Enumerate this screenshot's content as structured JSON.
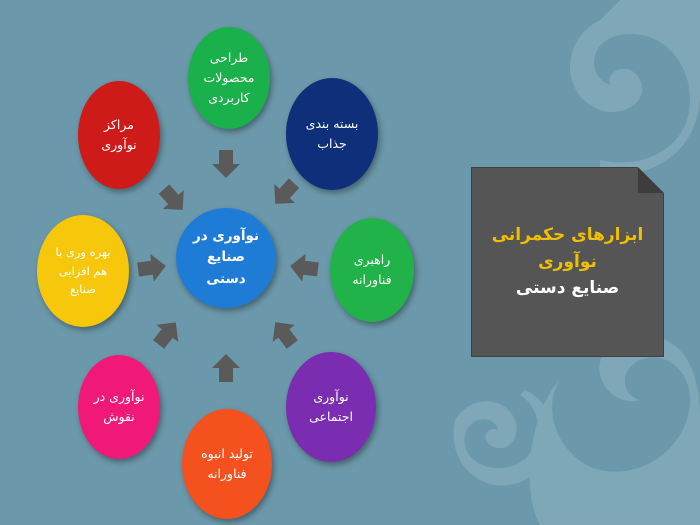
{
  "center": {
    "label": "نوآوری در\nصنایع دستی",
    "color": "#1f7cd6"
  },
  "nodes": [
    {
      "id": "top",
      "label": "طراحی\nمحصولات\nکاربردی",
      "color": "#1ab04b"
    },
    {
      "id": "top-right",
      "label": "بسته بندی\nجذاب",
      "color": "#0f2f7a"
    },
    {
      "id": "right",
      "label": "راهبری\nفناورانه",
      "color": "#21b24a"
    },
    {
      "id": "bottom-right",
      "label": "نوآوری\nاجتماعی",
      "color": "#7b2db1"
    },
    {
      "id": "bottom",
      "label": "تولید انبوه\nفناورانه",
      "color": "#f4511e"
    },
    {
      "id": "bottom-left",
      "label": "نوآوری در\nنقوش",
      "color": "#f0197a"
    },
    {
      "id": "left",
      "label": "بهره وری با\nهم افزایی\nصنایع",
      "color": "#f6c70a"
    },
    {
      "id": "top-left",
      "label": "مراکز\nنوآوری",
      "color": "#cf1a1a"
    }
  ],
  "title": {
    "line1": "ابزارهای حکمرانی",
    "line2": "نوآوری",
    "line3": "صنایع دستی",
    "accent_color": "#f0c000",
    "box_color": "#555555"
  },
  "arrow_color": "#5a5a5a",
  "background_color": "#6b98aa"
}
